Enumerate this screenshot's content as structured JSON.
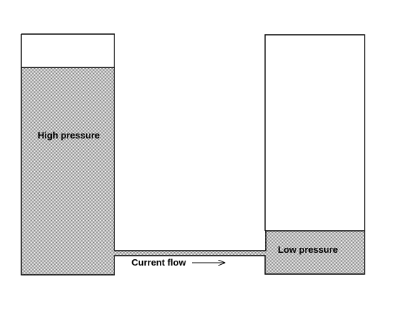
{
  "colors": {
    "background": "#ffffff",
    "outline": "#000000",
    "liquid_stipple_light": "#ffffff",
    "liquid_stipple_dark": "#7a7a7a"
  },
  "labels": {
    "high_pressure": "High pressure",
    "low_pressure": "Low pressure",
    "current_flow": "Current flow"
  },
  "icons": {
    "flow_arrow": "right-arrow-icon"
  }
}
